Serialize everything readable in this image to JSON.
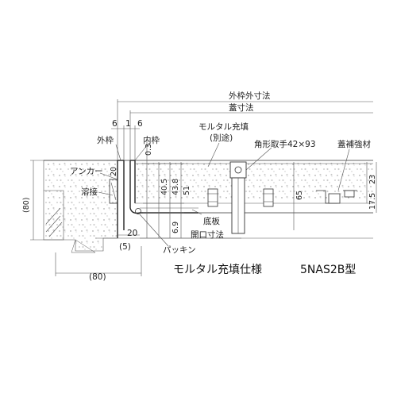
{
  "title": "モルタル充填仕様",
  "model": "5NAS2B型",
  "labels": {
    "outer_frame_dim": "外枠外寸法",
    "lid_dim": "蓋寸法",
    "mortar_fill": "モルタル充填",
    "separate": "(別途)",
    "square_handle": "角形取手42×93",
    "lid_reinforcement": "蓋補強材",
    "outer_frame": "外枠",
    "inner_frame": "内枠",
    "anchor": "アンカー",
    "weld": "溶接",
    "bottom_plate": "底板",
    "opening_dim": "開口寸法",
    "packing": "パッキン"
  },
  "dims": {
    "d6a": "6",
    "d1": "1",
    "d6b": "6",
    "d03": "0.3",
    "d20a": "20",
    "d405": "40.5",
    "d438": "43.8",
    "d51": "51",
    "d69": "6.9",
    "d65": "65",
    "d23": "23",
    "d175": "17.5",
    "d80v": "(80)",
    "d20b": "20",
    "d5": "(5)",
    "d80h": "(80)"
  }
}
